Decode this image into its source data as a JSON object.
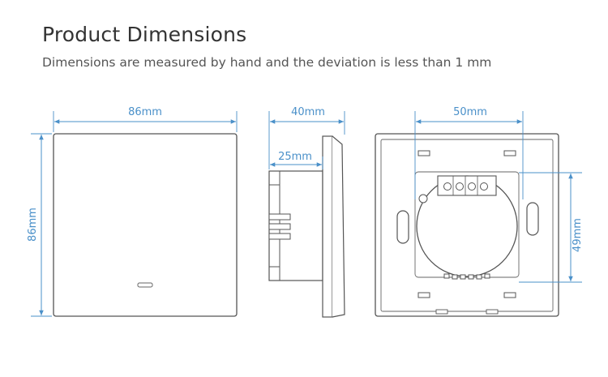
{
  "header": {
    "title": "Product Dimensions",
    "subtitle": "Dimensions are measured by hand and the deviation is less than 1 mm"
  },
  "colors": {
    "dimension_line": "#4a90c9",
    "outline": "#555555",
    "text": "#333333"
  },
  "views": {
    "front": {
      "width_label": "86mm",
      "height_label": "86mm"
    },
    "side": {
      "depth_label": "40mm",
      "body_label": "25mm"
    },
    "back": {
      "hole_spacing_label": "50mm",
      "vertical_label": "49mm"
    }
  }
}
